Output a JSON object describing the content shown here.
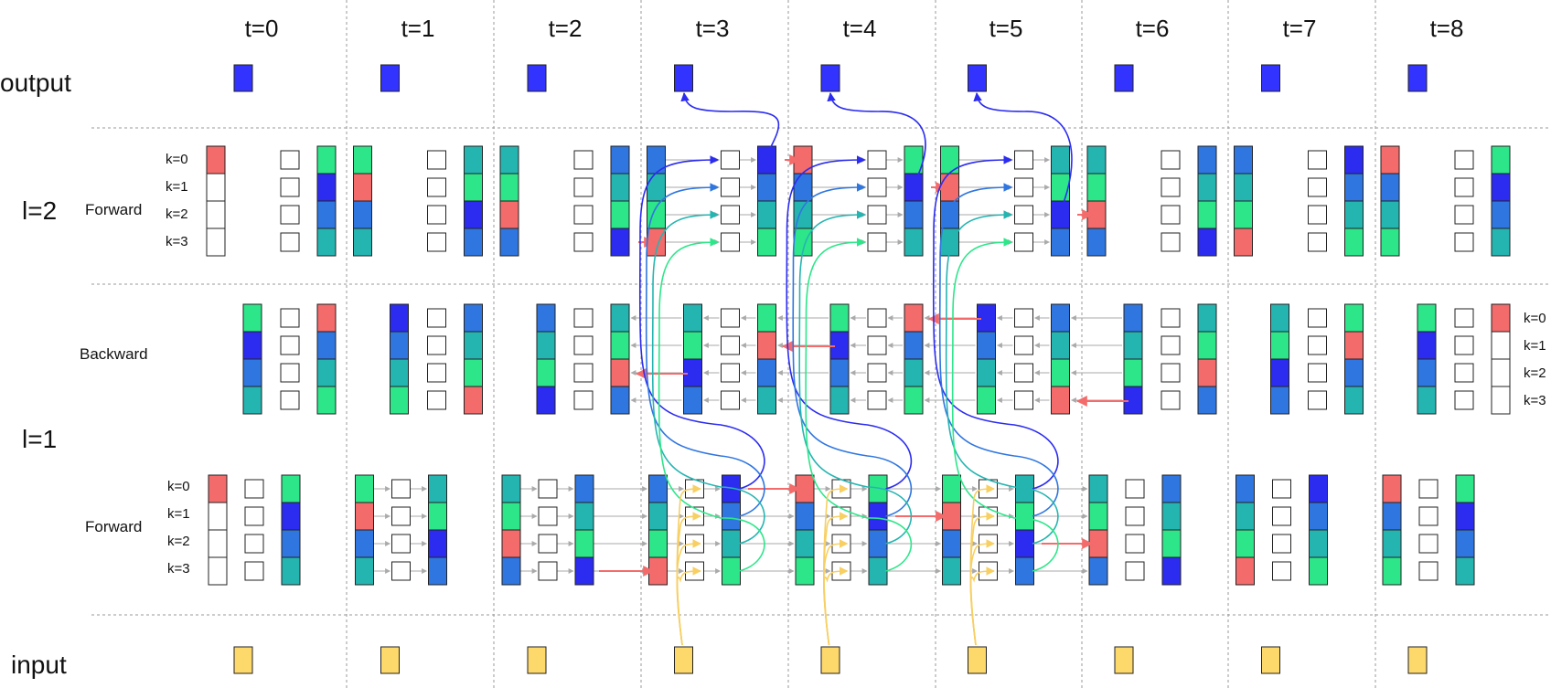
{
  "time_labels": [
    "t=0",
    "t=1",
    "t=2",
    "t=3",
    "t=4",
    "t=5",
    "t=6",
    "t=7",
    "t=8"
  ],
  "row_labels": {
    "output": "output",
    "l2": "l=2",
    "l1": "l=1",
    "input": "input",
    "forward_top": "Forward",
    "backward": "Backward",
    "forward_bottom": "Forward"
  },
  "k_labels": [
    "k=0",
    "k=1",
    "k=2",
    "k=3"
  ],
  "colors": {
    "red": "#f46b6b",
    "green": "#2de68a",
    "teal": "#25b5b1",
    "blue": "#2f76e0",
    "dark_blue": "#2c2cf0",
    "output_box": "#3333ff",
    "input_box": "#fdd86b",
    "input_arrow": "#f7cf63",
    "grid": "#999999",
    "box_stroke": "#222222"
  },
  "stacks": {
    "top_forward": {
      "first": [
        [
          "red",
          "white",
          "white",
          "white"
        ],
        [
          "green",
          "red",
          "blue",
          "teal"
        ],
        [
          "teal",
          "green",
          "red",
          "blue"
        ],
        [
          "blue",
          "teal",
          "green",
          "red"
        ],
        [
          "red",
          "blue",
          "teal",
          "green"
        ],
        [
          "green",
          "red",
          "blue",
          "teal"
        ],
        [
          "teal",
          "green",
          "red",
          "blue"
        ],
        [
          "blue",
          "teal",
          "green",
          "red"
        ],
        [
          "red",
          "blue",
          "teal",
          "green"
        ]
      ],
      "second": [
        [
          "green",
          "dark_blue",
          "blue",
          "teal"
        ],
        [
          "teal",
          "green",
          "dark_blue",
          "blue"
        ],
        [
          "blue",
          "teal",
          "green",
          "dark_blue"
        ],
        [
          "dark_blue",
          "blue",
          "teal",
          "green"
        ],
        [
          "green",
          "dark_blue",
          "blue",
          "teal"
        ],
        [
          "teal",
          "green",
          "dark_blue",
          "blue"
        ],
        [
          "blue",
          "teal",
          "green",
          "dark_blue"
        ],
        [
          "dark_blue",
          "blue",
          "teal",
          "green"
        ],
        [
          "green",
          "dark_blue",
          "blue",
          "teal"
        ]
      ]
    },
    "backward": {
      "first": [
        [
          "green",
          "dark_blue",
          "blue",
          "teal"
        ],
        [
          "dark_blue",
          "blue",
          "teal",
          "green"
        ],
        [
          "blue",
          "teal",
          "green",
          "dark_blue"
        ],
        [
          "teal",
          "green",
          "dark_blue",
          "blue"
        ],
        [
          "green",
          "dark_blue",
          "blue",
          "teal"
        ],
        [
          "dark_blue",
          "blue",
          "teal",
          "green"
        ],
        [
          "blue",
          "teal",
          "green",
          "dark_blue"
        ],
        [
          "teal",
          "green",
          "dark_blue",
          "blue"
        ],
        [
          "green",
          "dark_blue",
          "blue",
          "teal"
        ]
      ],
      "second": [
        [
          "red",
          "blue",
          "teal",
          "green"
        ],
        [
          "blue",
          "teal",
          "green",
          "red"
        ],
        [
          "teal",
          "green",
          "red",
          "blue"
        ],
        [
          "green",
          "red",
          "blue",
          "teal"
        ],
        [
          "red",
          "blue",
          "teal",
          "green"
        ],
        [
          "blue",
          "teal",
          "green",
          "red"
        ],
        [
          "teal",
          "green",
          "red",
          "blue"
        ],
        [
          "green",
          "red",
          "blue",
          "teal"
        ],
        [
          "red",
          "white",
          "white",
          "white"
        ]
      ]
    },
    "bottom_forward": {
      "first": [
        [
          "red",
          "white",
          "white",
          "white"
        ],
        [
          "green",
          "red",
          "blue",
          "teal"
        ],
        [
          "teal",
          "green",
          "red",
          "blue"
        ],
        [
          "blue",
          "teal",
          "green",
          "red"
        ],
        [
          "red",
          "blue",
          "teal",
          "green"
        ],
        [
          "green",
          "red",
          "blue",
          "teal"
        ],
        [
          "teal",
          "green",
          "red",
          "blue"
        ],
        [
          "blue",
          "teal",
          "green",
          "red"
        ],
        [
          "red",
          "blue",
          "teal",
          "green"
        ]
      ],
      "second": [
        [
          "green",
          "dark_blue",
          "blue",
          "teal"
        ],
        [
          "teal",
          "green",
          "dark_blue",
          "blue"
        ],
        [
          "blue",
          "teal",
          "green",
          "dark_blue"
        ],
        [
          "dark_blue",
          "blue",
          "teal",
          "green"
        ],
        [
          "green",
          "dark_blue",
          "blue",
          "teal"
        ],
        [
          "teal",
          "green",
          "dark_blue",
          "blue"
        ],
        [
          "blue",
          "teal",
          "green",
          "dark_blue"
        ],
        [
          "dark_blue",
          "blue",
          "teal",
          "green"
        ],
        [
          "green",
          "dark_blue",
          "blue",
          "teal"
        ]
      ]
    }
  }
}
